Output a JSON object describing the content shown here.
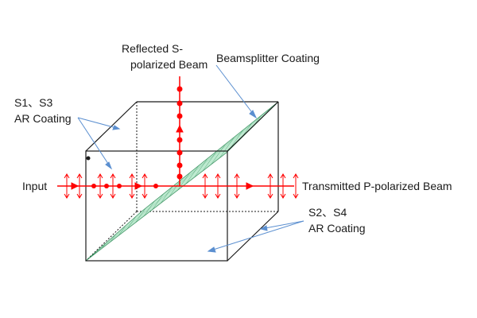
{
  "labels": {
    "reflected_line1": "Reflected S-",
    "reflected_line2": "polarized Beam",
    "coating": "Beamsplitter Coating",
    "s1s3_line1": "S1、S3",
    "s1s3_line2": "AR Coating",
    "input": "Input",
    "transmitted": "Transmitted P-polarized Beam",
    "s2s4_line1": "S2、S4",
    "s2s4_line2": "AR Coating"
  },
  "colors": {
    "beam": "#ff0000",
    "cube_edge": "#1a1a1a",
    "coating_fill": "#a8e0c0",
    "coating_edge": "#2e8b57",
    "pointer": "#5b8fd0",
    "text": "#1a1a1a"
  }
}
